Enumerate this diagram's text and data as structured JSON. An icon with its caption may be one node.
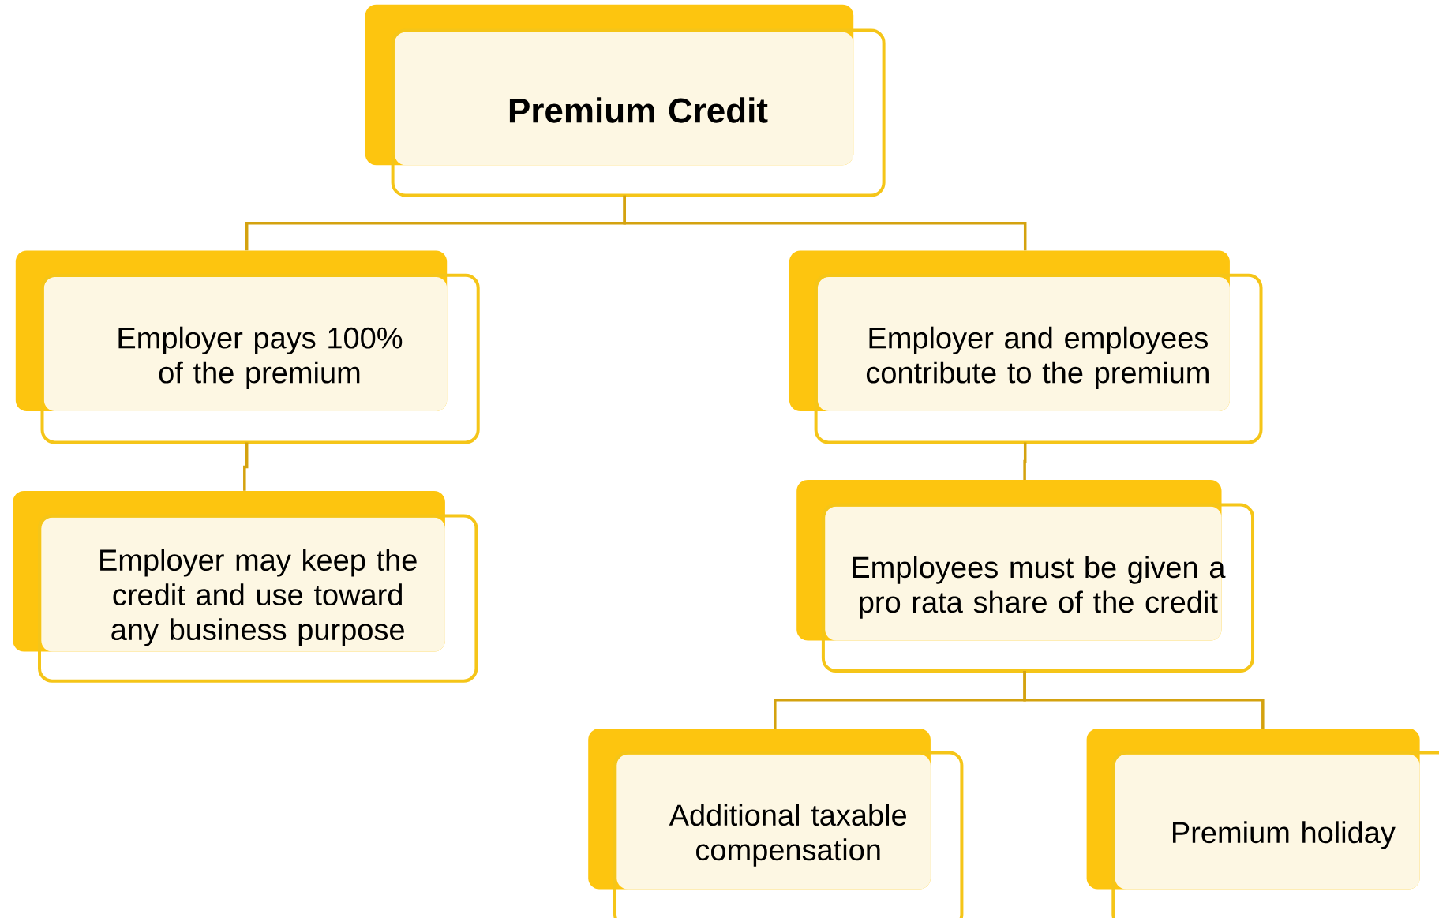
{
  "diagram": {
    "nodes": [
      {
        "text": [
          "Premium Credit"
        ]
      },
      {
        "text": [
          "Employer pays 100% of the premium"
        ]
      },
      {
        "text": [
          "Employer may keep the credit and use toward any business purpose"
        ]
      },
      {
        "text": [
          "Employer and employees contribute to the premium"
        ]
      },
      {
        "text": [
          "Employees must be given a pro rata share of the credit"
        ]
      },
      {
        "text": [
          "Additional taxable compensation"
        ]
      },
      {
        "text": [
          "Premium holiday"
        ]
      }
    ],
    "edges": [
      {
        "from": 0,
        "to": 1,
        "arrow": "none"
      },
      {
        "from": 0,
        "to": 3,
        "arrow": "none"
      },
      {
        "from": 1,
        "to": 2,
        "arrow": "none"
      },
      {
        "from": 3,
        "to": 4,
        "arrow": "none"
      },
      {
        "from": 4,
        "to": 5,
        "arrow": "none"
      },
      {
        "from": 4,
        "to": 6,
        "arrow": "none"
      }
    ]
  }
}
